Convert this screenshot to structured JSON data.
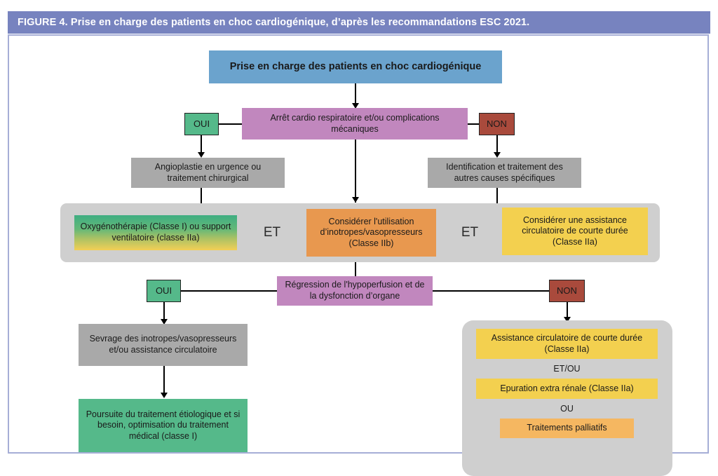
{
  "figure": {
    "header": "FIGURE 4. Prise en charge des patients en choc cardiogénique, d’après les recommandations ESC 2021."
  },
  "colors": {
    "header_band": "#7783bf",
    "canvas_border": "#a6aed6",
    "blue": "#6ba3cd",
    "orchid": "#c187be",
    "grey_box": "#a9a9a9",
    "grey_panel": "#cfcfcf",
    "green": "#55b98a",
    "orange": "#e8984f",
    "yellow": "#f3d04f",
    "light_orange": "#f5b761",
    "red": "#a94a3c"
  },
  "nodes": {
    "title_box": "Prise en charge des patients en choc cardiogénique",
    "arrest_box": "Arrêt cardio respiratoire et/ou complications mécaniques",
    "tag_yes_1": "OUI",
    "tag_no_1": "NON",
    "angioplasty_box": "Angioplastie en urgence ou traitement chirurgical",
    "other_causes_box": "Identification et traitement des autres causes spécifiques",
    "oxygen_box": "Oxygénothérapie (Classe I) ou support ventilatoire (classe IIa)",
    "et_1": "ET",
    "inotropes_box": "Considérer l'utilisation d’inotropes/vasopresseurs (Classe IIb)",
    "et_2": "ET",
    "mcs_box": "Considérer une assistance circulatoire de courte durée (Classe IIa)",
    "regression_box": "Régression de l'hypoperfusion et de la dysfonction d’organe",
    "tag_yes_2": "OUI",
    "tag_no_2": "NON",
    "weaning_box": "Sevrage des inotropes/vasopresseurs et/ou assistance circulatoire",
    "continue_box": "Poursuite du traitement étiologique et si besoin, optimisation du traitement médical (classe I)",
    "panel_mcs_box": "Assistance circulatoire de courte durée (Classe IIa)",
    "panel_conn_1": "ET/OU",
    "panel_crrt_box": "Epuration extra rénale (Classe IIa)",
    "panel_conn_2": "OU",
    "panel_palliative_box": "Traitements palliatifs"
  }
}
